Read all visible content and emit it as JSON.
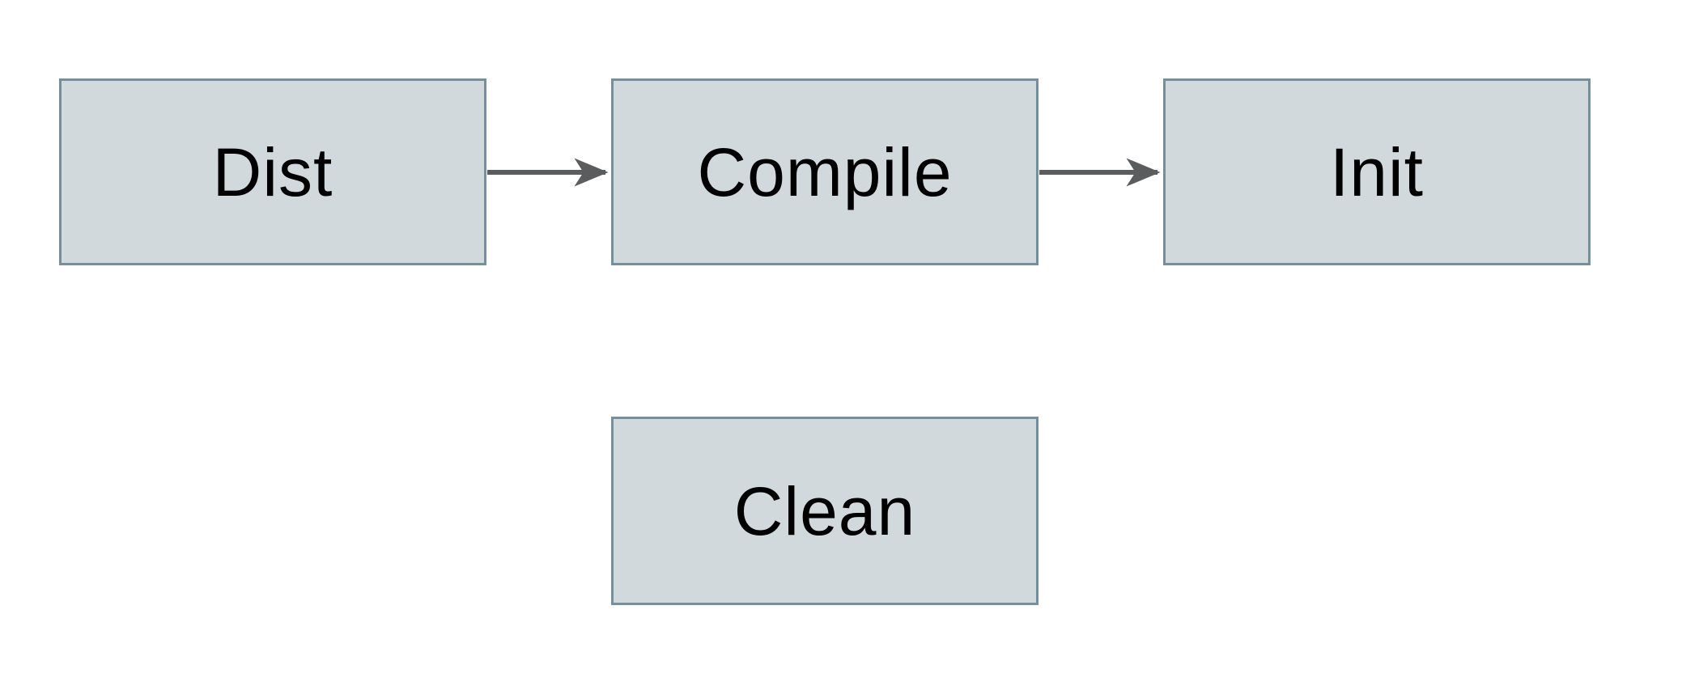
{
  "diagram": {
    "nodes": {
      "dist": {
        "label": "Dist"
      },
      "compile": {
        "label": "Compile"
      },
      "init": {
        "label": "Init"
      },
      "clean": {
        "label": "Clean"
      }
    },
    "edges": [
      {
        "from": "dist",
        "to": "compile"
      },
      {
        "from": "compile",
        "to": "init"
      }
    ],
    "colors": {
      "background": "#ffffff",
      "node_fill": "#d2d9dd",
      "node_border": "#75909c",
      "arrow": "#5b5c5e",
      "text": "#000000"
    }
  }
}
